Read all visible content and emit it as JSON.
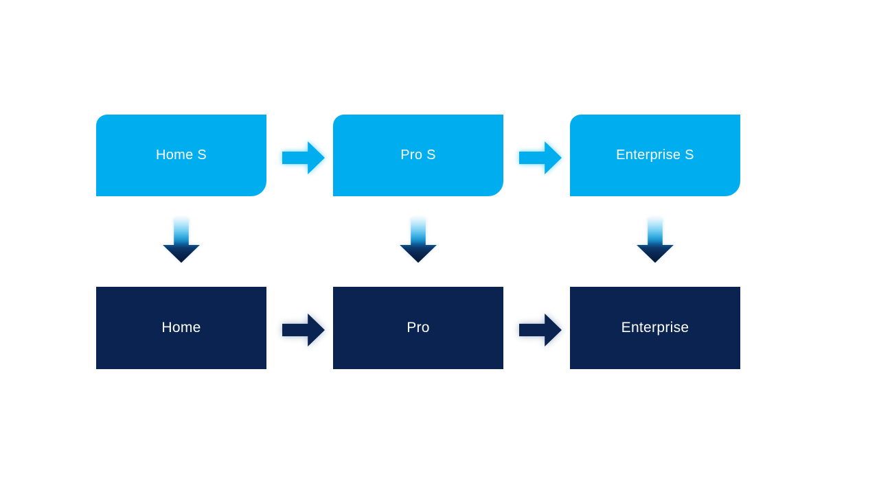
{
  "diagram": {
    "type": "process-flow",
    "top_row": [
      {
        "label": "Home S"
      },
      {
        "label": "Pro S"
      },
      {
        "label": "Enterprise S"
      }
    ],
    "bottom_row": [
      {
        "label": "Home"
      },
      {
        "label": "Pro"
      },
      {
        "label": "Enterprise"
      }
    ],
    "arrows": {
      "top_row_connectors": [
        "right-arrow",
        "right-arrow"
      ],
      "bottom_row_connectors": [
        "right-arrow",
        "right-arrow"
      ],
      "column_connectors": [
        "down-arrow",
        "down-arrow",
        "down-arrow"
      ]
    },
    "colors": {
      "canvas_background": "#FFFFFF",
      "top_box_fill": "#00AEEF",
      "bottom_box_fill": "#0A2350",
      "label_text": "#FFFFFF",
      "down_arrow_gradient_top": "#EAF8FE",
      "down_arrow_gradient_mid": "#2BA5DC",
      "down_arrow_gradient_bottom": "#051734"
    }
  }
}
